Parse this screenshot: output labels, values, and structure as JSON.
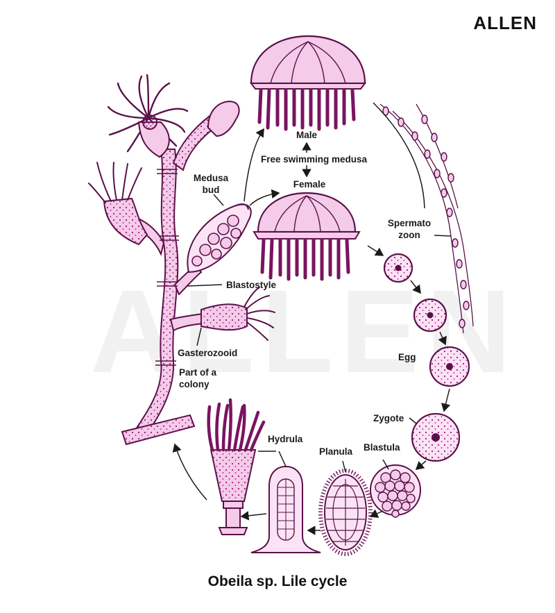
{
  "brand": {
    "logo_text": "ALLEN",
    "watermark_text": "ALLEN"
  },
  "title": "Obeila sp. Lile cycle",
  "labels": {
    "male": "Male",
    "free_swimming_medusa": "Free swimming medusa",
    "female": "Female",
    "medusa_bud_line1": "Medusa",
    "medusa_bud_line2": "bud",
    "spermatozoon_line1": "Spermato",
    "spermatozoon_line2": "zoon",
    "blastostyle": "Blastostyle",
    "gasterozooid": "Gasterozooid",
    "part_of_colony_line1": "Part of a",
    "part_of_colony_line2": "colony",
    "egg": "Egg",
    "zygote": "Zygote",
    "hydrula": "Hydrula",
    "planula": "Planula",
    "blastula": "Blastula"
  },
  "colors": {
    "fill": "#f4cbe9",
    "fill_light": "#fbe3f5",
    "stroke": "#5a1048",
    "dots": "#9c1a7c",
    "text": "#1a1a1a",
    "watermark": "#f1f1f1"
  }
}
